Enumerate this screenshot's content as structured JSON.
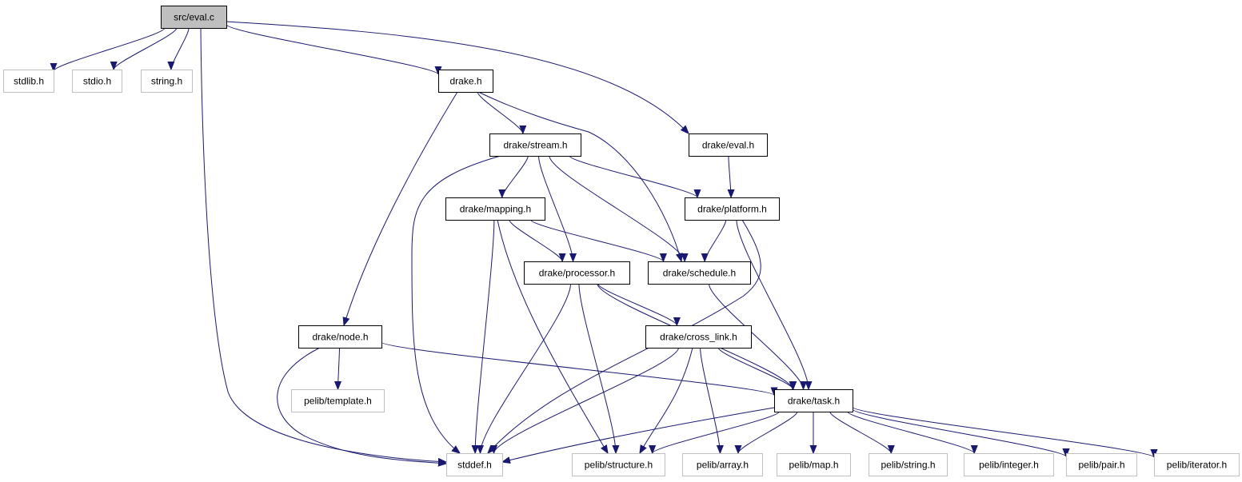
{
  "colors": {
    "edge": "#191970",
    "root_fill": "#bfbfbf",
    "internal_border": "#000000",
    "external_border": "#bfbfbf"
  },
  "nodes": [
    {
      "id": "eval_c",
      "label": "src/eval.c",
      "kind": "root"
    },
    {
      "id": "stdlib",
      "label": "stdlib.h",
      "kind": "external"
    },
    {
      "id": "stdio",
      "label": "stdio.h",
      "kind": "external"
    },
    {
      "id": "string",
      "label": "string.h",
      "kind": "external"
    },
    {
      "id": "drake_h",
      "label": "drake.h",
      "kind": "internal"
    },
    {
      "id": "drake_eval",
      "label": "drake/eval.h",
      "kind": "internal"
    },
    {
      "id": "drake_stream",
      "label": "drake/stream.h",
      "kind": "internal"
    },
    {
      "id": "drake_mapping",
      "label": "drake/mapping.h",
      "kind": "internal"
    },
    {
      "id": "drake_platform",
      "label": "drake/platform.h",
      "kind": "internal"
    },
    {
      "id": "drake_processor",
      "label": "drake/processor.h",
      "kind": "internal"
    },
    {
      "id": "drake_schedule",
      "label": "drake/schedule.h",
      "kind": "internal"
    },
    {
      "id": "drake_node",
      "label": "drake/node.h",
      "kind": "internal"
    },
    {
      "id": "drake_cross_link",
      "label": "drake/cross_link.h",
      "kind": "internal"
    },
    {
      "id": "pelib_template",
      "label": "pelib/template.h",
      "kind": "external"
    },
    {
      "id": "drake_task",
      "label": "drake/task.h",
      "kind": "internal"
    },
    {
      "id": "stddef",
      "label": "stddef.h",
      "kind": "external"
    },
    {
      "id": "pelib_structure",
      "label": "pelib/structure.h",
      "kind": "external"
    },
    {
      "id": "pelib_array",
      "label": "pelib/array.h",
      "kind": "external"
    },
    {
      "id": "pelib_map",
      "label": "pelib/map.h",
      "kind": "external"
    },
    {
      "id": "pelib_string",
      "label": "pelib/string.h",
      "kind": "external"
    },
    {
      "id": "pelib_integer",
      "label": "pelib/integer.h",
      "kind": "external"
    },
    {
      "id": "pelib_pair",
      "label": "pelib/pair.h",
      "kind": "external"
    },
    {
      "id": "pelib_iterator",
      "label": "pelib/iterator.h",
      "kind": "external"
    }
  ],
  "edges": [
    [
      "eval_c",
      "stdlib"
    ],
    [
      "eval_c",
      "stdio"
    ],
    [
      "eval_c",
      "string"
    ],
    [
      "eval_c",
      "stddef"
    ],
    [
      "eval_c",
      "drake_h"
    ],
    [
      "eval_c",
      "drake_eval"
    ],
    [
      "drake_h",
      "drake_stream"
    ],
    [
      "drake_h",
      "drake_node"
    ],
    [
      "drake_h",
      "drake_schedule"
    ],
    [
      "drake_eval",
      "drake_platform"
    ],
    [
      "drake_stream",
      "drake_mapping"
    ],
    [
      "drake_stream",
      "drake_processor"
    ],
    [
      "drake_stream",
      "drake_platform"
    ],
    [
      "drake_stream",
      "drake_schedule"
    ],
    [
      "drake_stream",
      "stddef"
    ],
    [
      "drake_mapping",
      "drake_processor"
    ],
    [
      "drake_mapping",
      "drake_schedule"
    ],
    [
      "drake_mapping",
      "stddef"
    ],
    [
      "drake_mapping",
      "pelib_structure"
    ],
    [
      "drake_platform",
      "drake_schedule"
    ],
    [
      "drake_platform",
      "drake_task"
    ],
    [
      "drake_platform",
      "stddef"
    ],
    [
      "drake_processor",
      "drake_cross_link"
    ],
    [
      "drake_processor",
      "drake_task"
    ],
    [
      "drake_processor",
      "stddef"
    ],
    [
      "drake_processor",
      "pelib_structure"
    ],
    [
      "drake_schedule",
      "drake_task"
    ],
    [
      "drake_node",
      "pelib_template"
    ],
    [
      "drake_node",
      "drake_task"
    ],
    [
      "drake_node",
      "stddef"
    ],
    [
      "drake_cross_link",
      "drake_task"
    ],
    [
      "drake_cross_link",
      "stddef"
    ],
    [
      "drake_cross_link",
      "pelib_structure"
    ],
    [
      "drake_cross_link",
      "pelib_array"
    ],
    [
      "drake_task",
      "stddef"
    ],
    [
      "drake_task",
      "pelib_structure"
    ],
    [
      "drake_task",
      "pelib_array"
    ],
    [
      "drake_task",
      "pelib_map"
    ],
    [
      "drake_task",
      "pelib_string"
    ],
    [
      "drake_task",
      "pelib_integer"
    ],
    [
      "drake_task",
      "pelib_pair"
    ],
    [
      "drake_task",
      "pelib_iterator"
    ]
  ]
}
